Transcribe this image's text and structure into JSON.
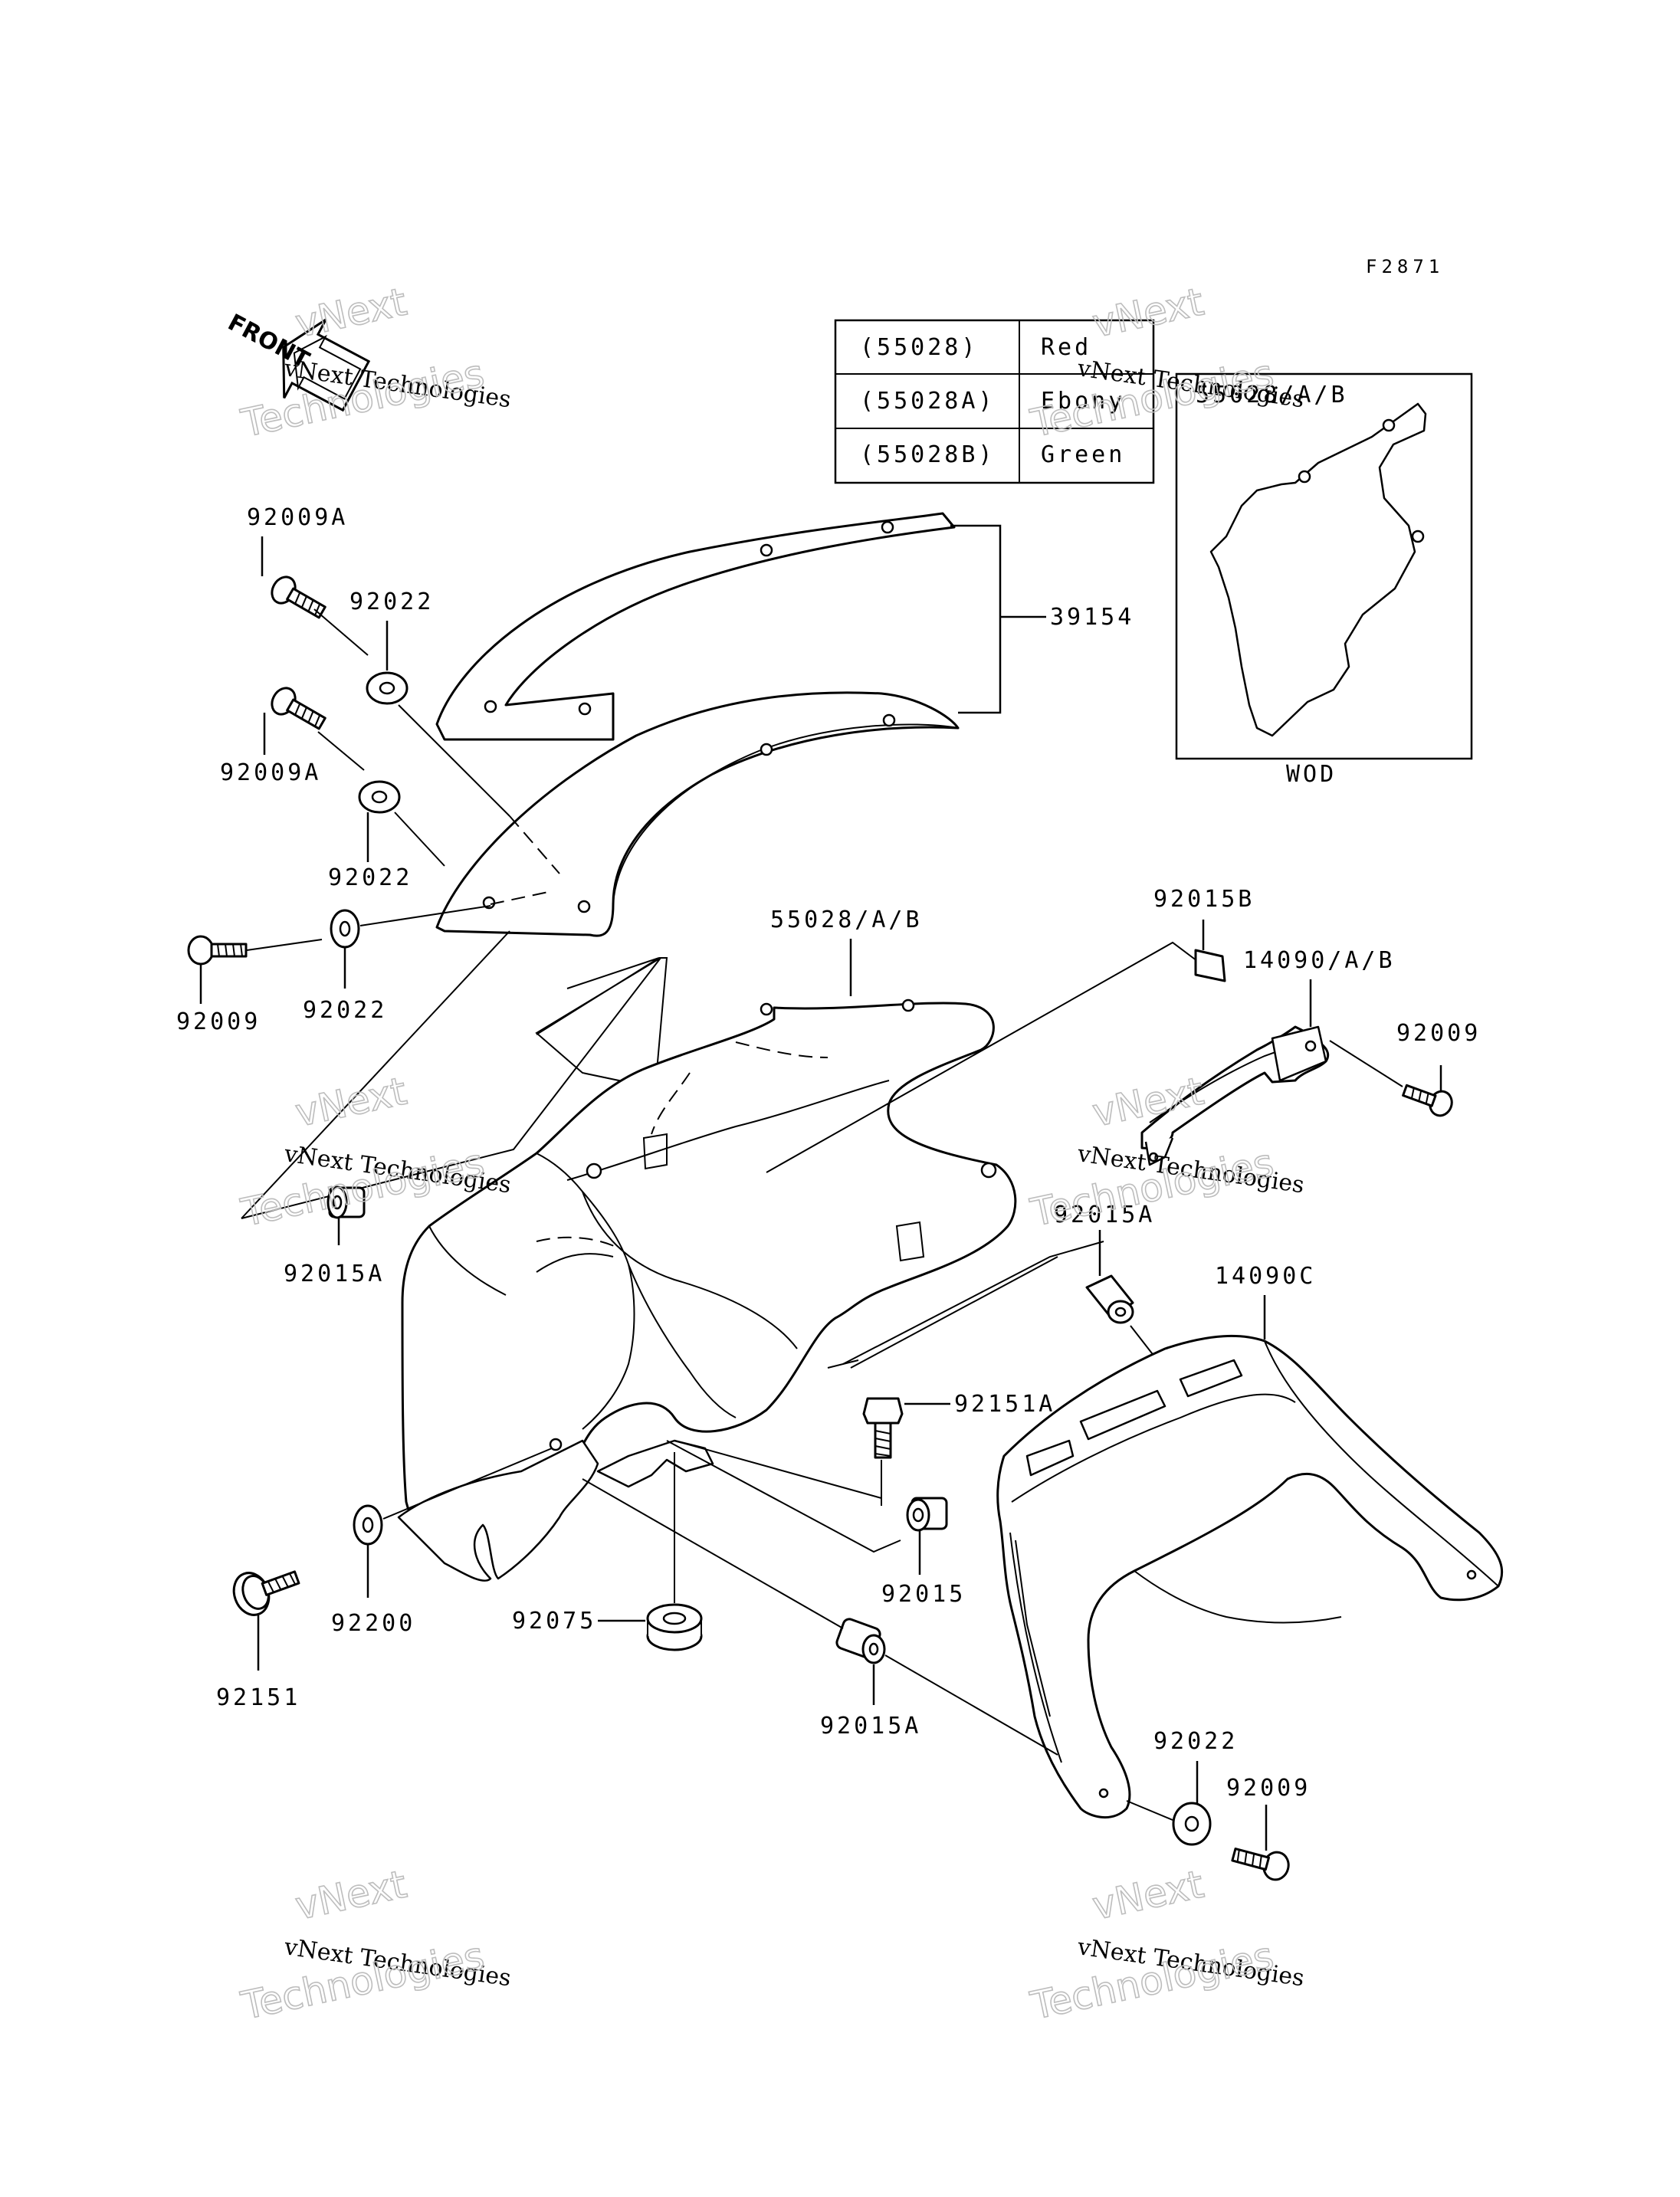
{
  "diagram_code": "F2871",
  "front_arrow_label": "FRONT",
  "color_table": [
    {
      "code": "(55028)",
      "color": "Red"
    },
    {
      "code": "(55028A)",
      "color": "Ebony"
    },
    {
      "code": "(55028B)",
      "color": "Green"
    }
  ],
  "inset": {
    "part_label": "55028/A/B",
    "caption": "WOD"
  },
  "parts": {
    "p_92009A_top": "92009A",
    "p_92022_top": "92022",
    "p_39154": "39154",
    "p_92009A_mid": "92009A",
    "p_92022_mid": "92022",
    "p_92009_left": "92009",
    "p_92022_left": "92022",
    "p_55028AB": "55028/A/B",
    "p_92015B": "92015B",
    "p_14090AB": "14090/A/B",
    "p_92009_right": "92009",
    "p_92015A_left": "92015A",
    "p_92015A_right": "92015A",
    "p_14090C": "14090C",
    "p_92151A": "92151A",
    "p_92015": "92015",
    "p_92200": "92200",
    "p_92075": "92075",
    "p_92151": "92151",
    "p_92015A_bottom": "92015A",
    "p_92022_bottom": "92022",
    "p_92009_bottom": "92009"
  },
  "watermark": {
    "line1": "vNext",
    "line2": "vNext Technologies",
    "line3": "Technologies"
  }
}
